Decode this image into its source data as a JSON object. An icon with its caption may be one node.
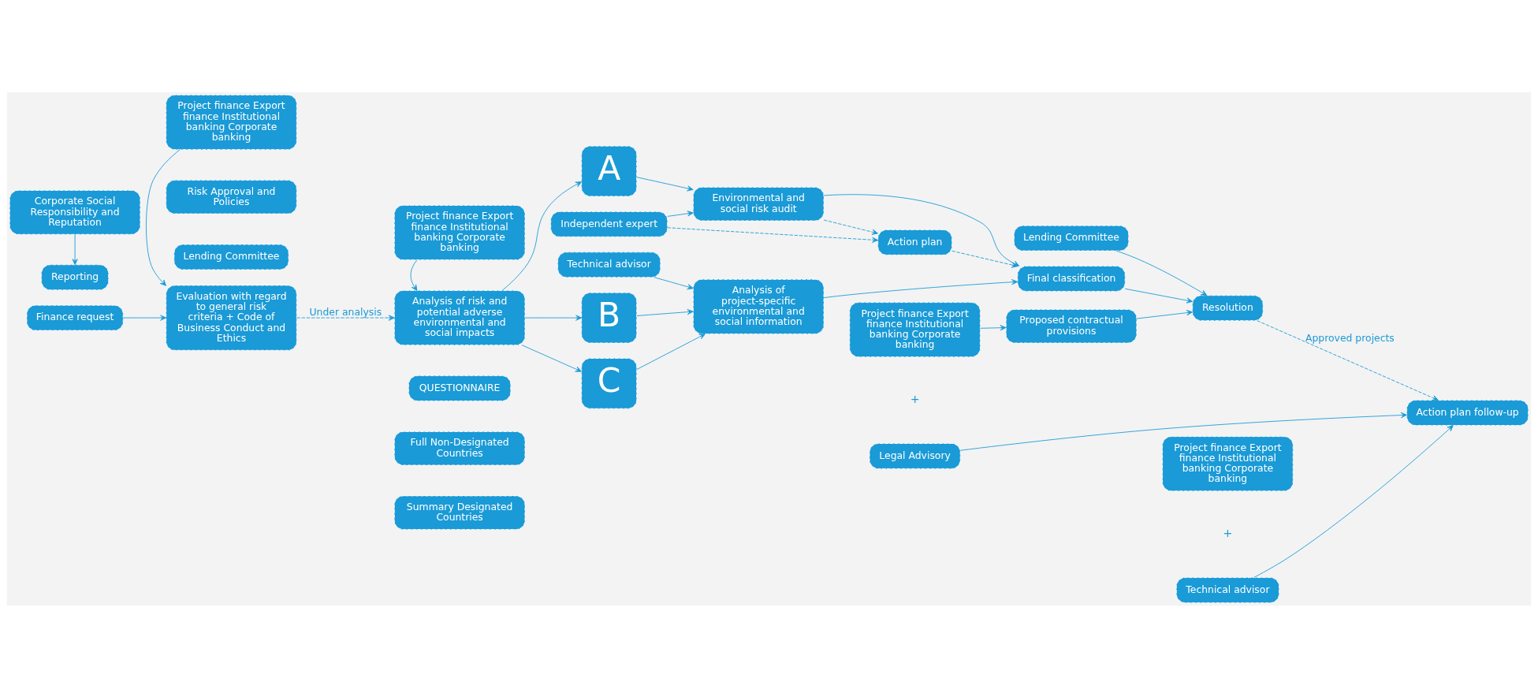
{
  "diagram": {
    "nodes": [
      {
        "text": [
          "Finance request"
        ]
      },
      {
        "text": [
          "Evaluation with regard to general risk criteria + Code of Business Conduct and Ethics"
        ]
      },
      {
        "text": [
          "Project finance Export finance Institutional banking Corporate banking"
        ]
      },
      {
        "text": [
          "Risk Approval and Policies"
        ]
      },
      {
        "text": [
          "Lending Committee"
        ]
      },
      {
        "text": [
          "Project finance Export finance Institutional banking Corporate banking"
        ]
      },
      {
        "text": [
          "Analysis of risk and potential adverse environmental and social impacts"
        ]
      },
      {
        "text": [
          "QUESTIONNAIRE"
        ]
      },
      {
        "text": [
          "Full Non-Designated Countries"
        ]
      },
      {
        "text": [
          "Summary Designated Countries"
        ]
      },
      {
        "text": [
          "A"
        ]
      },
      {
        "text": [
          "B"
        ]
      },
      {
        "text": [
          "C"
        ]
      },
      {
        "text": [
          "Independent expert"
        ]
      },
      {
        "text": [
          "Environmental and social risk audit"
        ]
      },
      {
        "text": [
          "Analysis of project-specific environmental and social information"
        ]
      },
      {
        "text": [
          "Technical advisor"
        ]
      },
      {
        "text": [
          "Action plan"
        ]
      },
      {
        "text": [
          "Final classification"
        ]
      },
      {
        "text": [
          "Proposed contractual provisions"
        ]
      },
      {
        "text": [
          "Project finance Export finance Institutional banking Corporate banking"
        ]
      },
      {
        "text": [
          "Legal Advisory"
        ]
      },
      {
        "text": [
          "Resolution"
        ]
      },
      {
        "text": [
          "Lending Committee"
        ]
      },
      {
        "text": [
          "Project finance Export finance Institutional banking Corporate banking"
        ]
      },
      {
        "text": [
          "Technical advisor"
        ]
      },
      {
        "text": [
          "Action plan follow-up"
        ]
      },
      {
        "text": [
          "Reporting"
        ]
      },
      {
        "text": [
          "Corporate Social Responsibility and Reputation"
        ]
      }
    ],
    "edges": [
      {
        "from": 0,
        "to": 1,
        "arrow": "to"
      },
      {
        "from": 1,
        "to": 6,
        "arrow": "to",
        "style": "dashed",
        "label": "Under analysis"
      },
      {
        "from": 2,
        "to": 1,
        "arrow": "to"
      },
      {
        "from": 5,
        "to": 6,
        "arrow": "to"
      },
      {
        "from": 6,
        "to": 10,
        "arrow": "to"
      },
      {
        "from": 6,
        "to": 11,
        "arrow": "to"
      },
      {
        "from": 6,
        "to": 12,
        "arrow": "to"
      },
      {
        "from": 10,
        "to": 14,
        "arrow": "to"
      },
      {
        "from": 11,
        "to": 15,
        "arrow": "to"
      },
      {
        "from": 12,
        "to": 15,
        "arrow": "to"
      },
      {
        "from": 13,
        "to": 17,
        "arrow": "to",
        "style": "dashed"
      },
      {
        "from": 13,
        "to": 14,
        "arrow": "to"
      },
      {
        "from": 14,
        "to": 17,
        "arrow": "to",
        "style": "dashed"
      },
      {
        "from": 16,
        "to": 15,
        "arrow": "to"
      },
      {
        "from": 14,
        "to": 18,
        "arrow": "to"
      },
      {
        "from": 15,
        "to": 18,
        "arrow": "to"
      },
      {
        "from": 17,
        "to": 18,
        "arrow": "to",
        "style": "dashed"
      },
      {
        "from": 20,
        "to": 19,
        "arrow": "to"
      },
      {
        "from": 18,
        "to": 22,
        "arrow": "to"
      },
      {
        "from": 19,
        "to": 22,
        "arrow": "to"
      },
      {
        "from": 23,
        "to": 22,
        "arrow": "to"
      },
      {
        "from": 22,
        "to": 26,
        "arrow": "to",
        "style": "dashed",
        "label": "Approved projects"
      },
      {
        "from": 21,
        "to": 26,
        "arrow": "to"
      },
      {
        "from": 25,
        "to": 26,
        "arrow": "to"
      },
      {
        "from": 28,
        "to": 27,
        "arrow": "to"
      }
    ],
    "labels": [
      "+",
      "+"
    ]
  }
}
